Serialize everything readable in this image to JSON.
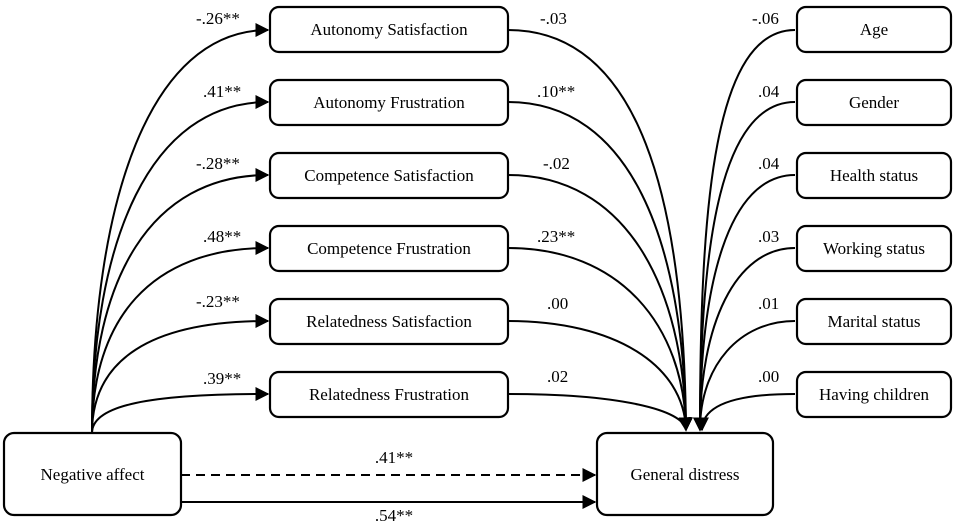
{
  "predictor": {
    "label": "Negative affect"
  },
  "outcome": {
    "label": "General distress"
  },
  "mediators": [
    {
      "label": "Autonomy Satisfaction",
      "a_coef": "-.26**",
      "b_coef": "-.03"
    },
    {
      "label": "Autonomy Frustration",
      "a_coef": ".41**",
      "b_coef": ".10**"
    },
    {
      "label": "Competence Satisfaction",
      "a_coef": "-.28**",
      "b_coef": "-.02"
    },
    {
      "label": "Competence Frustration",
      "a_coef": ".48**",
      "b_coef": ".23**"
    },
    {
      "label": "Relatedness Satisfaction",
      "a_coef": "-.23**",
      "b_coef": ".00"
    },
    {
      "label": "Relatedness Frustration",
      "a_coef": ".39**",
      "b_coef": ".02"
    }
  ],
  "covariates": [
    {
      "label": "Age",
      "coef": "-.06"
    },
    {
      "label": "Gender",
      "coef": ".04"
    },
    {
      "label": "Health status",
      "coef": ".04"
    },
    {
      "label": "Working status",
      "coef": ".03"
    },
    {
      "label": "Marital status",
      "coef": ".01"
    },
    {
      "label": "Having children",
      "coef": ".00"
    }
  ],
  "direct_effects": {
    "indirect_model": ".41**",
    "total_model": ".54**"
  }
}
